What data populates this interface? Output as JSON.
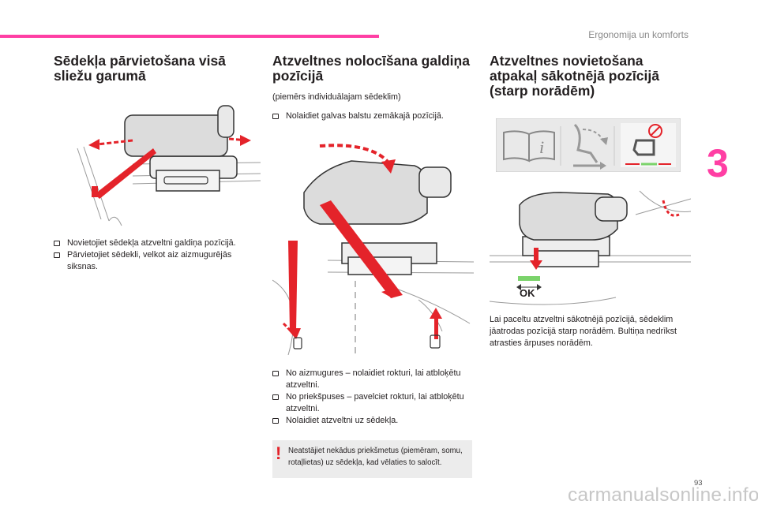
{
  "header": {
    "section": "Ergonomija un komforts",
    "chapter": "3",
    "page": "93"
  },
  "watermark": "carmanualsonline.info",
  "col1": {
    "title": "Sēdekļa pārvietošana visā sliežu garumā",
    "bullets": [
      "Novietojiet sēdekļa atzveltni galdiņa pozīcijā.",
      "Pārvietojiet sēdekli, velkot aiz aizmugurējās siksnas."
    ]
  },
  "col2": {
    "title": "Atzveltnes nolocīšana galdiņa pozīcijā",
    "note": "(piemērs individuālajam sēdeklim)",
    "bullet_top": "Nolaidiet galvas balstu zemākajā pozīcijā.",
    "bullets": [
      "No aizmugures – nolaidiet rokturi, lai atbloķētu atzveltni.",
      "No priekšpuses – pavelciet rokturi, lai atbloķētu atzveltni.",
      "Nolaidiet atzveltni uz sēdekļa."
    ],
    "warning": "Neatstājiet nekādus priekšmetus (piemēram, somu, rotaļlietas) uz sēdekļa, kad vēlaties to salocīt."
  },
  "col3": {
    "title": "Atzveltnes novietošana atpakaļ sākotnējā pozīcijā (starp norādēm)",
    "ok_label": "OK",
    "paragraph": "Lai paceltu atzveltni sākotnējā pozīcijā, sēdeklim jāatrodas pozīcijā starp norādēm. Bultiņa nedrīkst atrasties ārpuses norādēm."
  },
  "colors": {
    "accent": "#ff3fa4",
    "arrow": "#e4232a",
    "ok_green": "#7bd36b"
  }
}
